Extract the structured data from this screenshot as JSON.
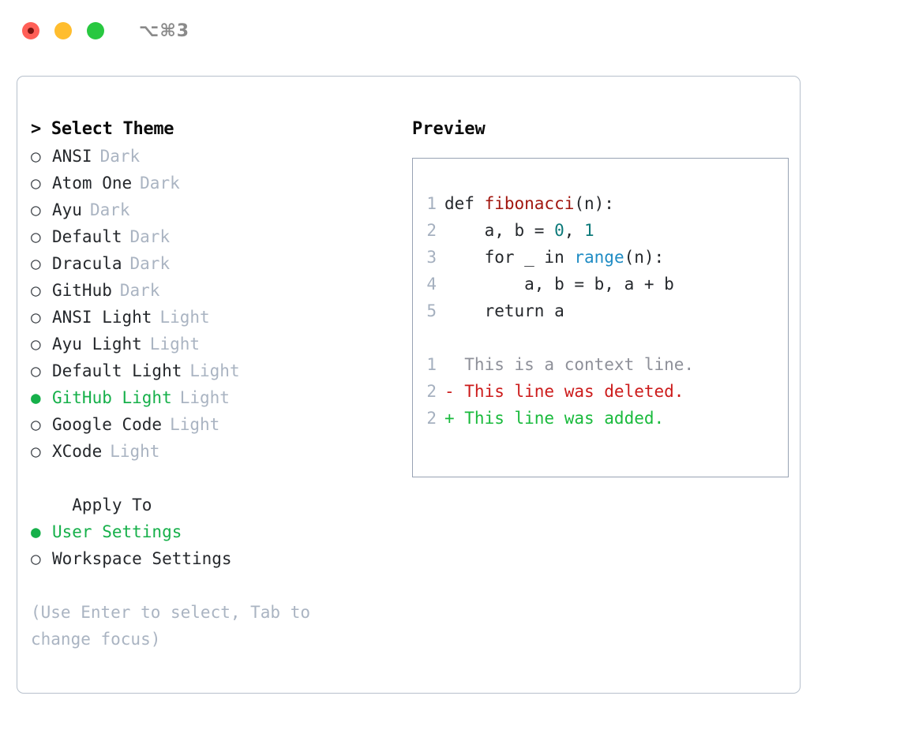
{
  "window": {
    "shortcut_label": "⌥⌘3",
    "traffic_lights": [
      "close",
      "minimize",
      "maximize"
    ]
  },
  "theme_picker": {
    "header": "> Select Theme",
    "marker_selected": "●",
    "marker_unselected": "○",
    "options": [
      {
        "name": "ANSI",
        "tag": "Dark",
        "selected": false
      },
      {
        "name": "Atom One",
        "tag": "Dark",
        "selected": false
      },
      {
        "name": "Ayu",
        "tag": "Dark",
        "selected": false
      },
      {
        "name": "Default",
        "tag": "Dark",
        "selected": false
      },
      {
        "name": "Dracula",
        "tag": "Dark",
        "selected": false
      },
      {
        "name": "GitHub",
        "tag": "Dark",
        "selected": false
      },
      {
        "name": "ANSI Light",
        "tag": "Light",
        "selected": false
      },
      {
        "name": "Ayu Light",
        "tag": "Light",
        "selected": false
      },
      {
        "name": "Default Light",
        "tag": "Light",
        "selected": false
      },
      {
        "name": "GitHub Light",
        "tag": "Light",
        "selected": true
      },
      {
        "name": "Google Code",
        "tag": "Light",
        "selected": false
      },
      {
        "name": "XCode",
        "tag": "Light",
        "selected": false
      }
    ]
  },
  "apply_to": {
    "header": "  Apply To",
    "options": [
      {
        "name": "User Settings",
        "selected": true
      },
      {
        "name": "Workspace Settings",
        "selected": false
      }
    ]
  },
  "hint": "(Use Enter to select, Tab to change focus)",
  "preview": {
    "title": "Preview",
    "code_lines": [
      {
        "no": "1",
        "tokens": [
          {
            "t": "def ",
            "k": "kw"
          },
          {
            "t": "fibonacci",
            "k": "fn"
          },
          {
            "t": "(n):",
            "k": "plain"
          }
        ]
      },
      {
        "no": "2",
        "tokens": [
          {
            "t": "    a, b = ",
            "k": "plain"
          },
          {
            "t": "0",
            "k": "num"
          },
          {
            "t": ", ",
            "k": "plain"
          },
          {
            "t": "1",
            "k": "num"
          }
        ]
      },
      {
        "no": "3",
        "tokens": [
          {
            "t": "    for _ in ",
            "k": "kw"
          },
          {
            "t": "range",
            "k": "bi"
          },
          {
            "t": "(n):",
            "k": "plain"
          }
        ]
      },
      {
        "no": "4",
        "tokens": [
          {
            "t": "        a, b = b, a + b",
            "k": "plain"
          }
        ]
      },
      {
        "no": "5",
        "tokens": [
          {
            "t": "    return a",
            "k": "kw"
          }
        ]
      }
    ],
    "diff_lines": [
      {
        "no": "1",
        "sign": " ",
        "text": "  This is a context line.",
        "kind": "context"
      },
      {
        "no": "2",
        "sign": " ",
        "text": "- This line was deleted.",
        "kind": "del"
      },
      {
        "no": "2",
        "sign": " ",
        "text": "+ This line was added.",
        "kind": "add"
      }
    ]
  },
  "colors": {
    "accent_green": "#16b04a",
    "tag_gray": "#aab4c2",
    "diff_add": "#19ba3c",
    "diff_del": "#cc1b1b",
    "fn_red": "#a1160f",
    "num_teal": "#0d7a7a",
    "builtin_blue": "#1f8cc4",
    "panel_border": "#b7c0cc",
    "preview_border": "#98a2b3"
  }
}
